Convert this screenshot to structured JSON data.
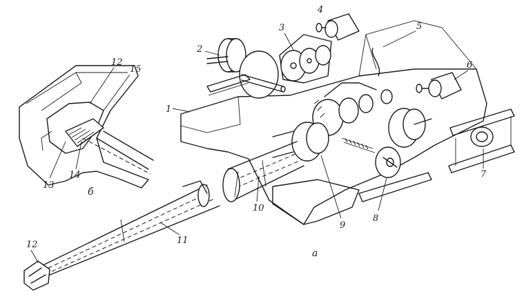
{
  "labels": {
    "l1": "1",
    "l2": "2",
    "l3": "3",
    "l4": "4",
    "l5": "5",
    "l6": "6",
    "l7": "7",
    "l8": "8",
    "l9": "9",
    "l10": "10",
    "l11": "11",
    "l12_main": "12",
    "l12_inset": "12",
    "l13": "13",
    "l14": "14",
    "l15": "15"
  },
  "captions": {
    "main": "а",
    "inset": "б"
  }
}
